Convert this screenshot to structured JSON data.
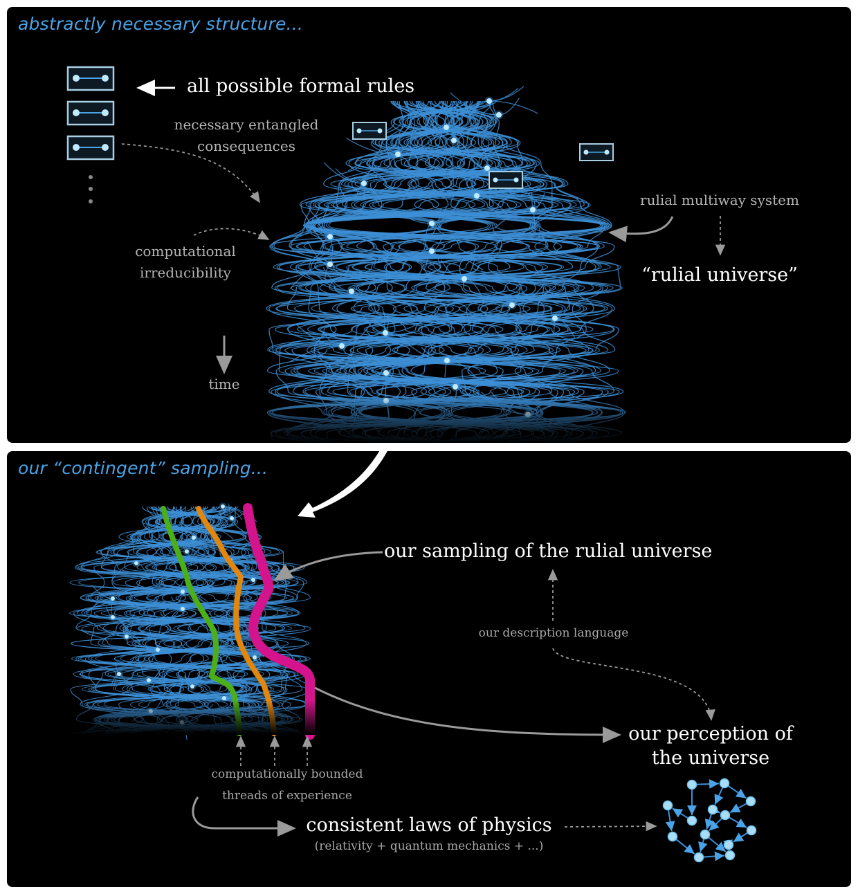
{
  "top_panel": {
    "heading": "abstractly necessary structure...",
    "labels": {
      "formal_rules": "all possible formal rules",
      "entangled_line1": "necessary entangled",
      "entangled_line2": "consequences",
      "irreducibility_line1": "computational",
      "irreducibility_line2": "irreducibility",
      "time": "time",
      "rulial_multiway": "rulial multiway system",
      "rulial_universe": "“rulial universe”"
    }
  },
  "bottom_panel": {
    "heading": "our “contingent” sampling...",
    "labels": {
      "sampling": "our sampling of the rulial universe",
      "description_language": "our description language",
      "perception_line1": "our perception of",
      "perception_line2": "the universe",
      "threads_line1": "computationally bounded",
      "threads_line2": "threads of experience",
      "laws": "consistent laws of physics",
      "laws_sub": "(relativity + quantum mechanics + ...)"
    }
  },
  "colors": {
    "background": "#000000",
    "heading": "#4aa3e8",
    "network": "#3d8fd6",
    "node": "#bfeaff",
    "thread_green": "#4caf1a",
    "thread_orange": "#e0870f",
    "thread_magenta": "#d4148c"
  },
  "icons": [
    "rule-icon",
    "ellipsis-dots-icon",
    "arrow-icon",
    "graph-icon"
  ]
}
